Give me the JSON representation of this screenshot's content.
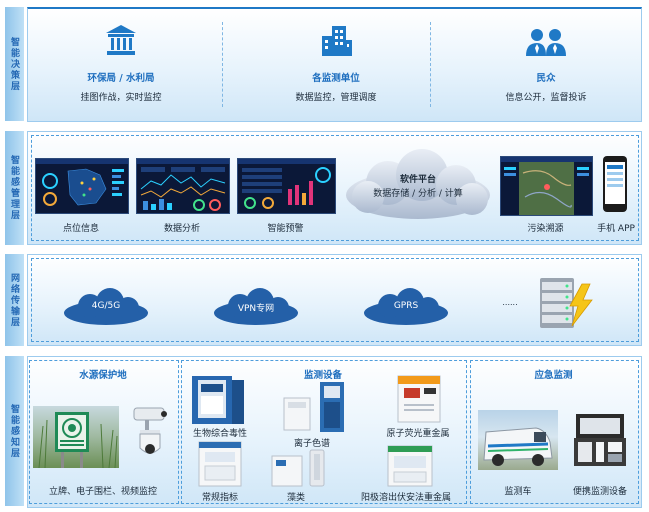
{
  "layers": [
    {
      "label": "智能决策层"
    },
    {
      "label": "智能感管理层"
    },
    {
      "label": "网络传输层"
    },
    {
      "label": "智能感知层"
    }
  ],
  "decision": {
    "items": [
      {
        "title": "环保局 / 水利局",
        "desc": "挂图作战，实时监控",
        "icon": "government-building-icon"
      },
      {
        "title": "各监测单位",
        "desc": "数据监控，管理调度",
        "icon": "office-buildings-icon"
      },
      {
        "title": "民众",
        "desc": "信息公开，监督投诉",
        "icon": "people-icon"
      }
    ]
  },
  "management": {
    "screens": [
      {
        "label": "点位信息"
      },
      {
        "label": "数据分析"
      },
      {
        "label": "智能预警"
      },
      {
        "label": "污染溯源"
      },
      {
        "label": "手机 APP"
      }
    ],
    "cloud": {
      "line1": "软件平台",
      "line2": "数据存储 / 分析 / 计算"
    }
  },
  "network": {
    "clouds": [
      "4G/5G",
      "VPN专网",
      "GPRS"
    ],
    "ellipsis": "......",
    "server_icon": "server-lightning-icon"
  },
  "perception": {
    "water": {
      "title": "水源保护地",
      "caption": "立牌、电子围栏、视频监控"
    },
    "monitoring": {
      "title": "监测设备",
      "devices": [
        "生物综合毒性",
        "离子色谱",
        "原子荧光重金属",
        "常规指标",
        "藻类",
        "阳极溶出伏安法重金属"
      ]
    },
    "emergency": {
      "title": "应急监测",
      "items": [
        "监测车",
        "便携监测设备"
      ]
    }
  },
  "colors": {
    "accent": "#1f79c6",
    "title_blue": "#1f6fbf",
    "panel_light": "#e7f3fc"
  }
}
